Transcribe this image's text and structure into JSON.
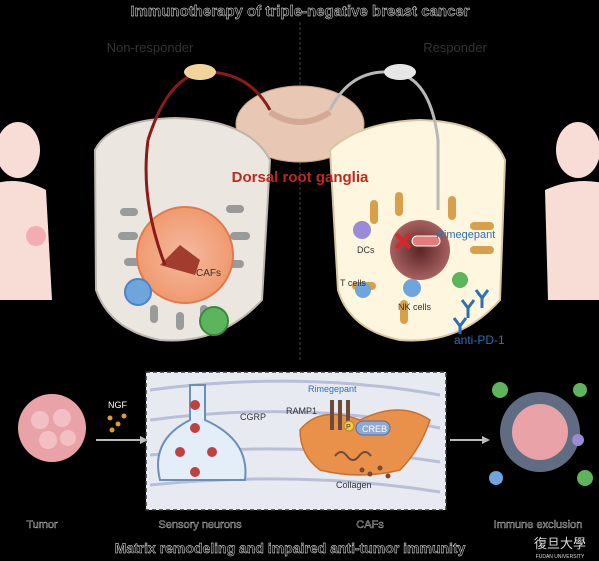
{
  "title": "Immunotherapy of triple-negative breast cancer",
  "footer": "Matrix remodeling and impaired anti-tumor immunity",
  "logo_text": "復旦大學",
  "logo_sub": "FUDAN UNIVERSITY",
  "top": {
    "left_label": "Non-responder",
    "right_label": "Responder",
    "ganglia_label": "Dorsal root ganglia",
    "caf_label": "CAFs",
    "rimegepant_label": "Rimegepant",
    "dc_label": "DCs",
    "tcell_label": "T cells",
    "nk_label": "NK cells",
    "antipd1_label": "anti-PD-1"
  },
  "bottom": {
    "ngf_label": "NGF",
    "cgrp_label": "CGRP",
    "ramp1_label": "RAMP1",
    "rimegepant_label": "Rimegepant",
    "p_label": "P",
    "creb_label": "CREB",
    "collagen_label": "Collagen",
    "stage_labels": [
      "Tumor",
      "Sensory neurons",
      "CAFs",
      "Immune exclusion"
    ]
  },
  "colors": {
    "nerve_red": "#8b1a1a",
    "ganglia_text": "#c0281e",
    "antipd1": "#2e6fb3",
    "tumor_pink": "#e9a3a8",
    "caf_orange": "#d9742f"
  }
}
